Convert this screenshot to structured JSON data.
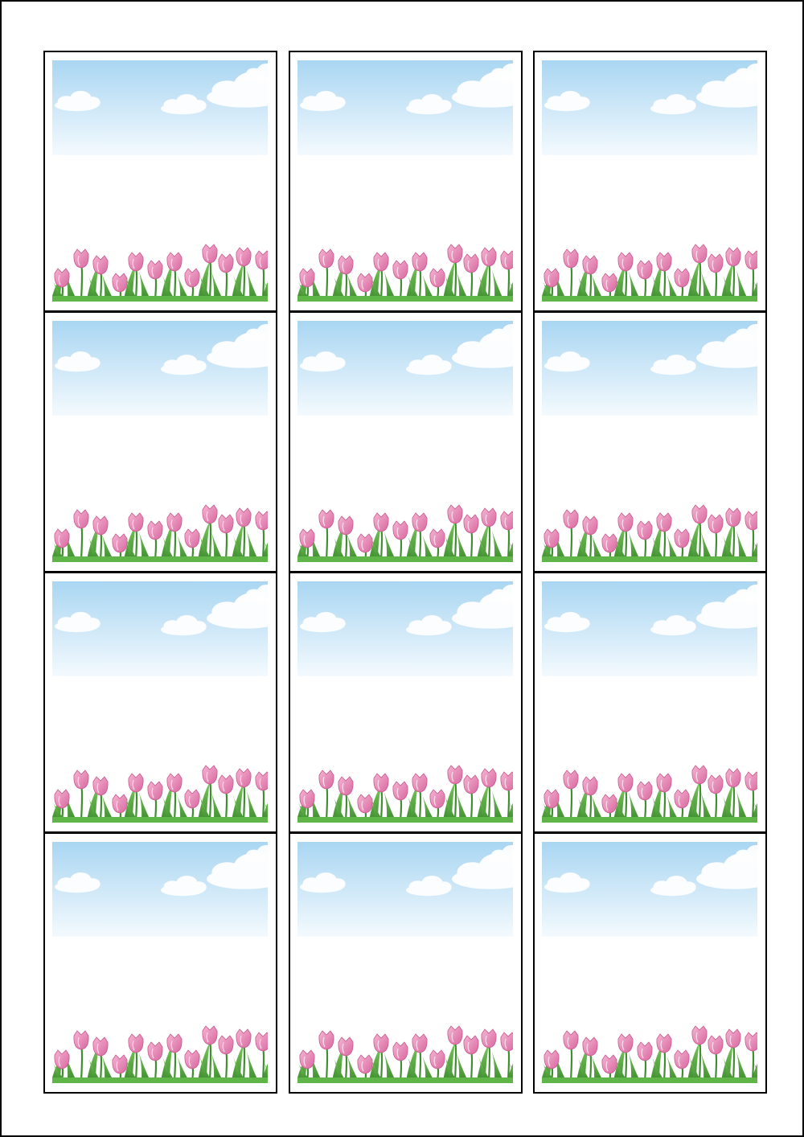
{
  "sheet": {
    "rows": 4,
    "columns": 3,
    "card_design": "tulip-field-with-sky",
    "colors": {
      "border": "#000000",
      "sky_top": "#a9d6f2",
      "sky_bottom": "#f4fafe",
      "cloud": "#ffffff",
      "tulip_pink": "#ec8fbb",
      "tulip_pink_dark": "#d8689f",
      "leaf_green": "#5fb548",
      "leaf_green_dark": "#3f8e30"
    },
    "cards": [
      {
        "label": ""
      },
      {
        "label": ""
      },
      {
        "label": ""
      },
      {
        "label": ""
      },
      {
        "label": ""
      },
      {
        "label": ""
      },
      {
        "label": ""
      },
      {
        "label": ""
      },
      {
        "label": ""
      },
      {
        "label": ""
      },
      {
        "label": ""
      },
      {
        "label": ""
      }
    ]
  }
}
